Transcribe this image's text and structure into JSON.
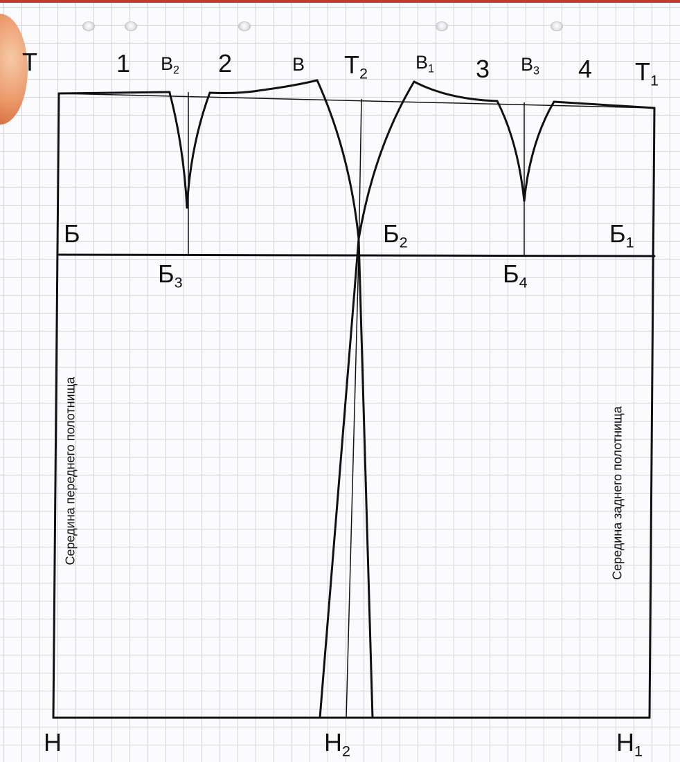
{
  "labels": {
    "T": {
      "base": "Т",
      "sub": ""
    },
    "n1": {
      "base": "1",
      "sub": ""
    },
    "V2": {
      "base": "В",
      "sub": "2"
    },
    "n2": {
      "base": "2",
      "sub": ""
    },
    "V": {
      "base": "В",
      "sub": ""
    },
    "T2": {
      "base": "Т",
      "sub": "2"
    },
    "V1": {
      "base": "В",
      "sub": "1"
    },
    "n3": {
      "base": "3",
      "sub": ""
    },
    "V3": {
      "base": "В",
      "sub": "3"
    },
    "n4": {
      "base": "4",
      "sub": ""
    },
    "T1": {
      "base": "Т",
      "sub": "1"
    },
    "B": {
      "base": "Б",
      "sub": ""
    },
    "B2": {
      "base": "Б",
      "sub": "2"
    },
    "B1": {
      "base": "Б",
      "sub": "1"
    },
    "B3": {
      "base": "Б",
      "sub": "3"
    },
    "B4": {
      "base": "Б",
      "sub": "4"
    },
    "H": {
      "base": "Н",
      "sub": ""
    },
    "H2": {
      "base": "Н",
      "sub": "2"
    },
    "H1": {
      "base": "Н",
      "sub": "1"
    }
  },
  "side_text": {
    "front": "Середина переднего полотнища",
    "back": "Середина заднего полотнища"
  },
  "colors": {
    "line": "#111111",
    "grid": "#cfd3de",
    "top_bar": "#c0392b"
  }
}
